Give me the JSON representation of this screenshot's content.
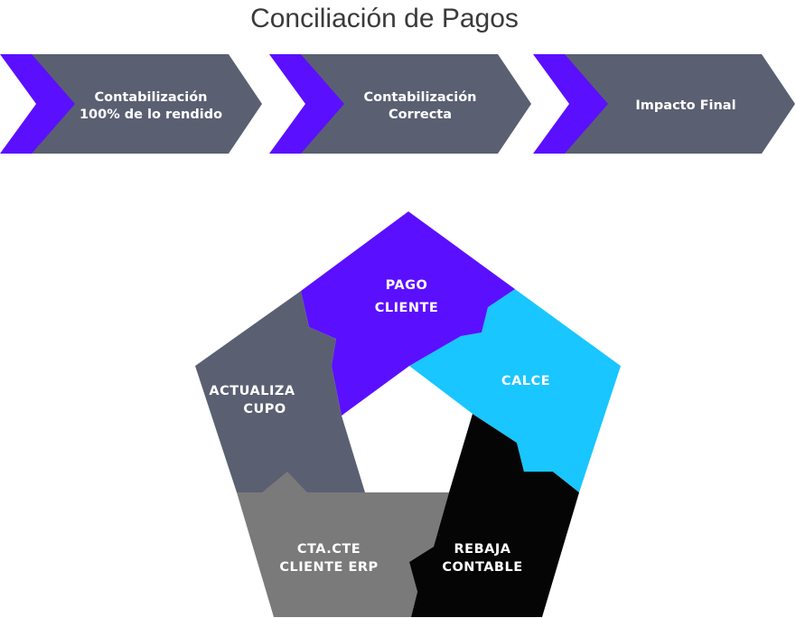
{
  "title": "Conciliación de Pagos",
  "colors": {
    "chevron_body": "#5a6072",
    "chevron_accent": "#5b0fff",
    "pago": "#5b0fff",
    "calce": "#19c6ff",
    "rebaja": "#050505",
    "cta": "#7a7a7a",
    "actualiza": "#5a6072"
  },
  "chevrons": [
    {
      "line1": "Contabilización",
      "line2": "100% de lo rendido"
    },
    {
      "line1": "Contabilización",
      "line2": "Correcta"
    },
    {
      "line1": "Impacto Final",
      "line2": ""
    }
  ],
  "cycle": {
    "pago": {
      "line1": "PAGO",
      "line2": "CLIENTE"
    },
    "calce": {
      "line1": "CALCE",
      "line2": ""
    },
    "rebaja": {
      "line1": "REBAJA",
      "line2": "CONTABLE"
    },
    "cta": {
      "line1": "CTA.CTE",
      "line2": "CLIENTE ERP"
    },
    "actualiza": {
      "line1": "ACTUALIZA",
      "line2": "CUPO"
    }
  }
}
